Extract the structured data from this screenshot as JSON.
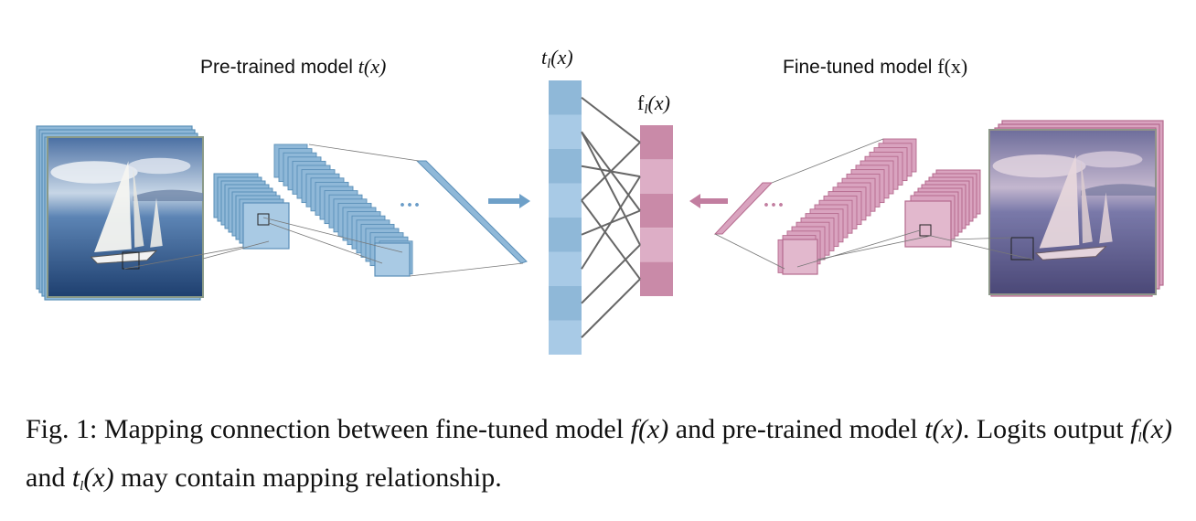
{
  "figure": {
    "pretrained_title_text": "Pre-trained model ",
    "pretrained_title_math": "t(x)",
    "finetuned_title_text": "Fine-tuned model ",
    "finetuned_title_math": "f(x)",
    "t_logits_label_base": "t",
    "t_logits_label_sub": "l",
    "t_logits_label_arg": "(x)",
    "f_logits_label_base": "f",
    "f_logits_label_sub": "l",
    "f_logits_label_arg": "(x)",
    "ellipsis": "···",
    "colors": {
      "teacher_fill": "#8fb8d8",
      "teacher_stroke": "#5a8fb8",
      "student_fill": "#d9a3bf",
      "student_stroke": "#b56a8e",
      "connector": "#666666"
    }
  },
  "caption": {
    "prefix": "Fig. 1:",
    "part1": " Mapping connection between fine-tuned model ",
    "m1": "f(x)",
    "part2": " and pre-trained model ",
    "m2": "t(x)",
    "part3": ". Logits output ",
    "m3": "f",
    "m3_sub": "l",
    "m3_arg": "(x)",
    "part4": " and ",
    "m4": "t",
    "m4_sub": "l",
    "m4_arg": "(x)",
    "part5": " may contain mapping relationship."
  }
}
